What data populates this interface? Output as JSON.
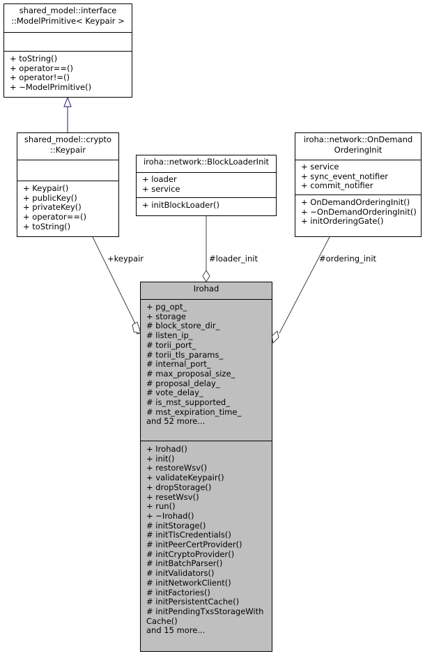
{
  "classes": {
    "model_primitive": {
      "title": [
        "shared_model::interface",
        "::ModelPrimitive< Keypair >"
      ],
      "attributes": [],
      "methods": [
        "+ toString()",
        "+ operator==()",
        "+ operator!=()",
        "+ ~ModelPrimitive()"
      ]
    },
    "keypair": {
      "title": [
        "shared_model::crypto",
        "::Keypair"
      ],
      "attributes": [],
      "methods": [
        "+ Keypair()",
        "+ publicKey()",
        "+ privateKey()",
        "+ operator==()",
        "+ toString()"
      ]
    },
    "block_loader_init": {
      "title": [
        "iroha::network::BlockLoaderInit"
      ],
      "attributes": [
        "+ loader",
        "+ service"
      ],
      "methods": [
        "+ initBlockLoader()"
      ]
    },
    "on_demand_ordering_init": {
      "title": [
        "iroha::network::OnDemand",
        "OrderingInit"
      ],
      "attributes": [
        "+ service",
        "+ sync_event_notifier",
        "+ commit_notifier"
      ],
      "methods": [
        "+ OnDemandOrderingInit()",
        "+ ~OnDemandOrderingInit()",
        "+ initOrderingGate()"
      ]
    },
    "irohad": {
      "title": [
        "Irohad"
      ],
      "attributes": [
        "+ pg_opt_",
        "+ storage",
        "# block_store_dir_",
        "# listen_ip_",
        "# torii_port_",
        "# torii_tls_params_",
        "# internal_port_",
        "# max_proposal_size_",
        "# proposal_delay_",
        "# vote_delay_",
        "# is_mst_supported_",
        "# mst_expiration_time_",
        "and 52 more..."
      ],
      "methods": [
        "+ Irohad()",
        "+ init()",
        "+ restoreWsv()",
        "+ validateKeypair()",
        "+ dropStorage()",
        "+ resetWsv()",
        "+ run()",
        "+ ~Irohad()",
        "# initStorage()",
        "# initTlsCredentials()",
        "# initPeerCertProvider()",
        "# initCryptoProvider()",
        "# initBatchParser()",
        "# initValidators()",
        "# initNetworkClient()",
        "# initFactories()",
        "# initPersistentCache()",
        "# initPendingTxsStorageWith",
        "Cache()",
        "and 15 more..."
      ]
    }
  },
  "edges": {
    "keypair_label": "+keypair",
    "loader_init_label": "#loader_init",
    "ordering_init_label": "#ordering_init"
  },
  "colors": {
    "inheritance_edge": "#191970",
    "composition_edge": "#404040",
    "main_class_fill": "#bfbfbf"
  }
}
